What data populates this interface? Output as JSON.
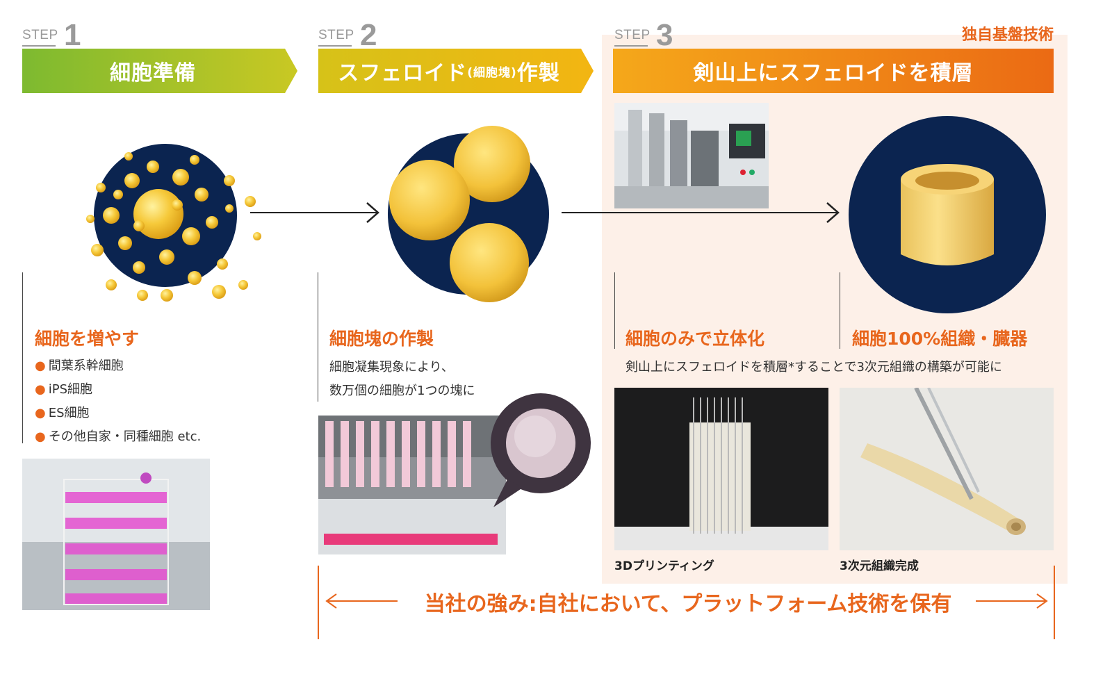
{
  "steps": [
    {
      "word": "STEP",
      "number": "1",
      "banner": "細胞準備"
    },
    {
      "word": "STEP",
      "number": "2",
      "banner_main": "スフェロイド",
      "banner_small": "(細胞塊)",
      "banner_end": "作製"
    },
    {
      "word": "STEP",
      "number": "3",
      "banner": "剣山上にスフェロイドを積層"
    }
  ],
  "tag_unique": "独自基盤技術",
  "section1": {
    "heading": "細胞を増やす",
    "bullets": [
      "間葉系幹細胞",
      "iPS細胞",
      "ES細胞",
      "その他自家・同種細胞 etc."
    ]
  },
  "section2": {
    "heading": "細胞塊の作製",
    "lines": [
      "細胞凝集現象により、",
      "数万個の細胞が1つの塊に"
    ]
  },
  "section3": {
    "heading_left": "細胞のみで立体化",
    "heading_right": "細胞100%組織・臓器",
    "description": "剣山上にスフェロイドを積層*することで3次元組織の構築が可能に",
    "caption_left": "3Dプリンティング",
    "caption_right": "3次元組織完成"
  },
  "bottom_statement": "当社の強み:自社において、プラットフォーム技術を保有",
  "colors": {
    "accent_orange": "#e8661d",
    "navy_circle": "#0b2450",
    "cell_yellow": "#f6c93a",
    "step3_bg": "#fdf0e8"
  }
}
